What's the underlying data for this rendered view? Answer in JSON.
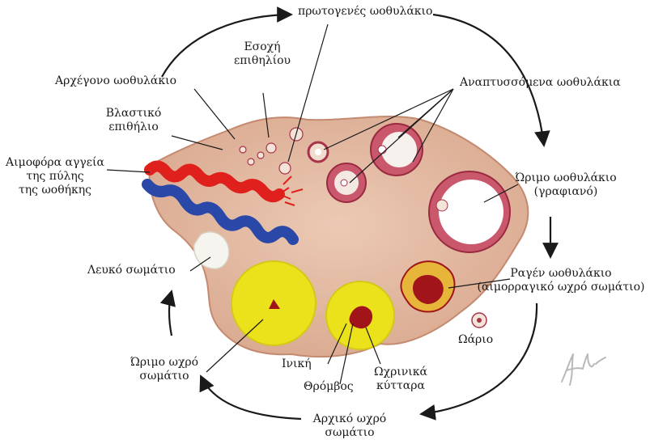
{
  "labels": {
    "primordial_follicle_top": "πρωτογενές ωοθυλάκιο",
    "epithelial_invagination": [
      "Εσοχή",
      "επιθηλίου"
    ],
    "primordial_follicle": "Αρχέγονο ωοθυλάκιο",
    "germinal_epithelium": [
      "Βλαστικό",
      "επιθήλιο"
    ],
    "hilar_vessels": [
      "Αιμοφόρα αγγεία",
      "της πύλης",
      "της ωοθήκης"
    ],
    "developing_follicles": "Αναπτυσσόμενα ωοθυλάκια",
    "mature_follicle": [
      "Ώριμο ωοθυλάκιο",
      "(γραφιανό)"
    ],
    "ruptured_follicle": [
      "Ραγέν ωοθυλάκιο",
      "(αιμορραγικό ωχρό σωμάτιο)"
    ],
    "corpus_albicans": "Λευκό σωμάτιο",
    "ovum": "Ωάριο",
    "mature_corpus_luteum": [
      "Ώριμο ωχρό",
      "σωμάτιο"
    ],
    "fibrin": "Ινική",
    "clot": "Θρόμβος",
    "lutein_cells": [
      "Ωχρινικά",
      "κύτταρα"
    ],
    "early_corpus_luteum": [
      "Αρχικό ωχρό",
      "σωμάτιο"
    ]
  },
  "colors": {
    "stroma": "#e3bba4",
    "stroma_edge": "#c48a70",
    "follicle_ring": "#a8334a",
    "artery": "#e0201c",
    "vein": "#2a48a8",
    "corpus_luteum": "#ece21c",
    "clot": "#a0141a",
    "cycle_arrow": "#1a1a1a"
  }
}
